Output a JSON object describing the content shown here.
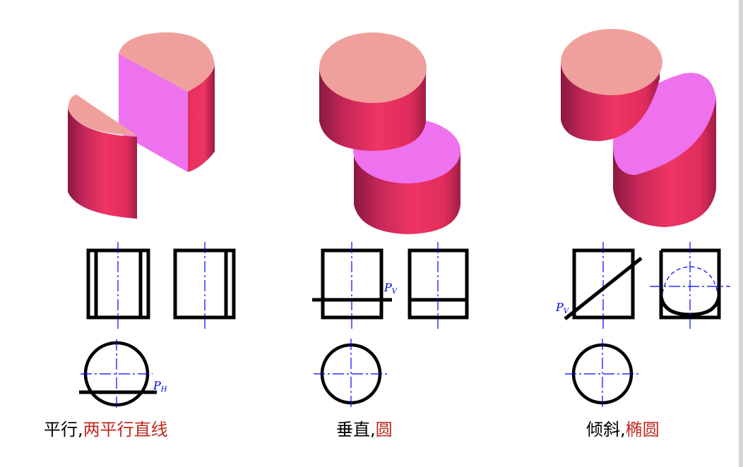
{
  "colors": {
    "cylinder_top": "#f0a09c",
    "cylinder_side": "#e8305c",
    "cut_face": "#ee72ee",
    "axis": "#0000ff",
    "outline": "#000000",
    "highlight_text": "#c0281e"
  },
  "labels": {
    "pv_1": "P",
    "pv_1_sub": "V",
    "pv_2": "P",
    "pv_2_sub": "V",
    "ph": "P",
    "ph_sub": "H"
  },
  "captions": [
    {
      "plane": "平行,",
      "result": "两平行直线"
    },
    {
      "plane": "垂直,",
      "result": "圆"
    },
    {
      "plane": "倾斜,",
      "result": "椭圆"
    }
  ]
}
